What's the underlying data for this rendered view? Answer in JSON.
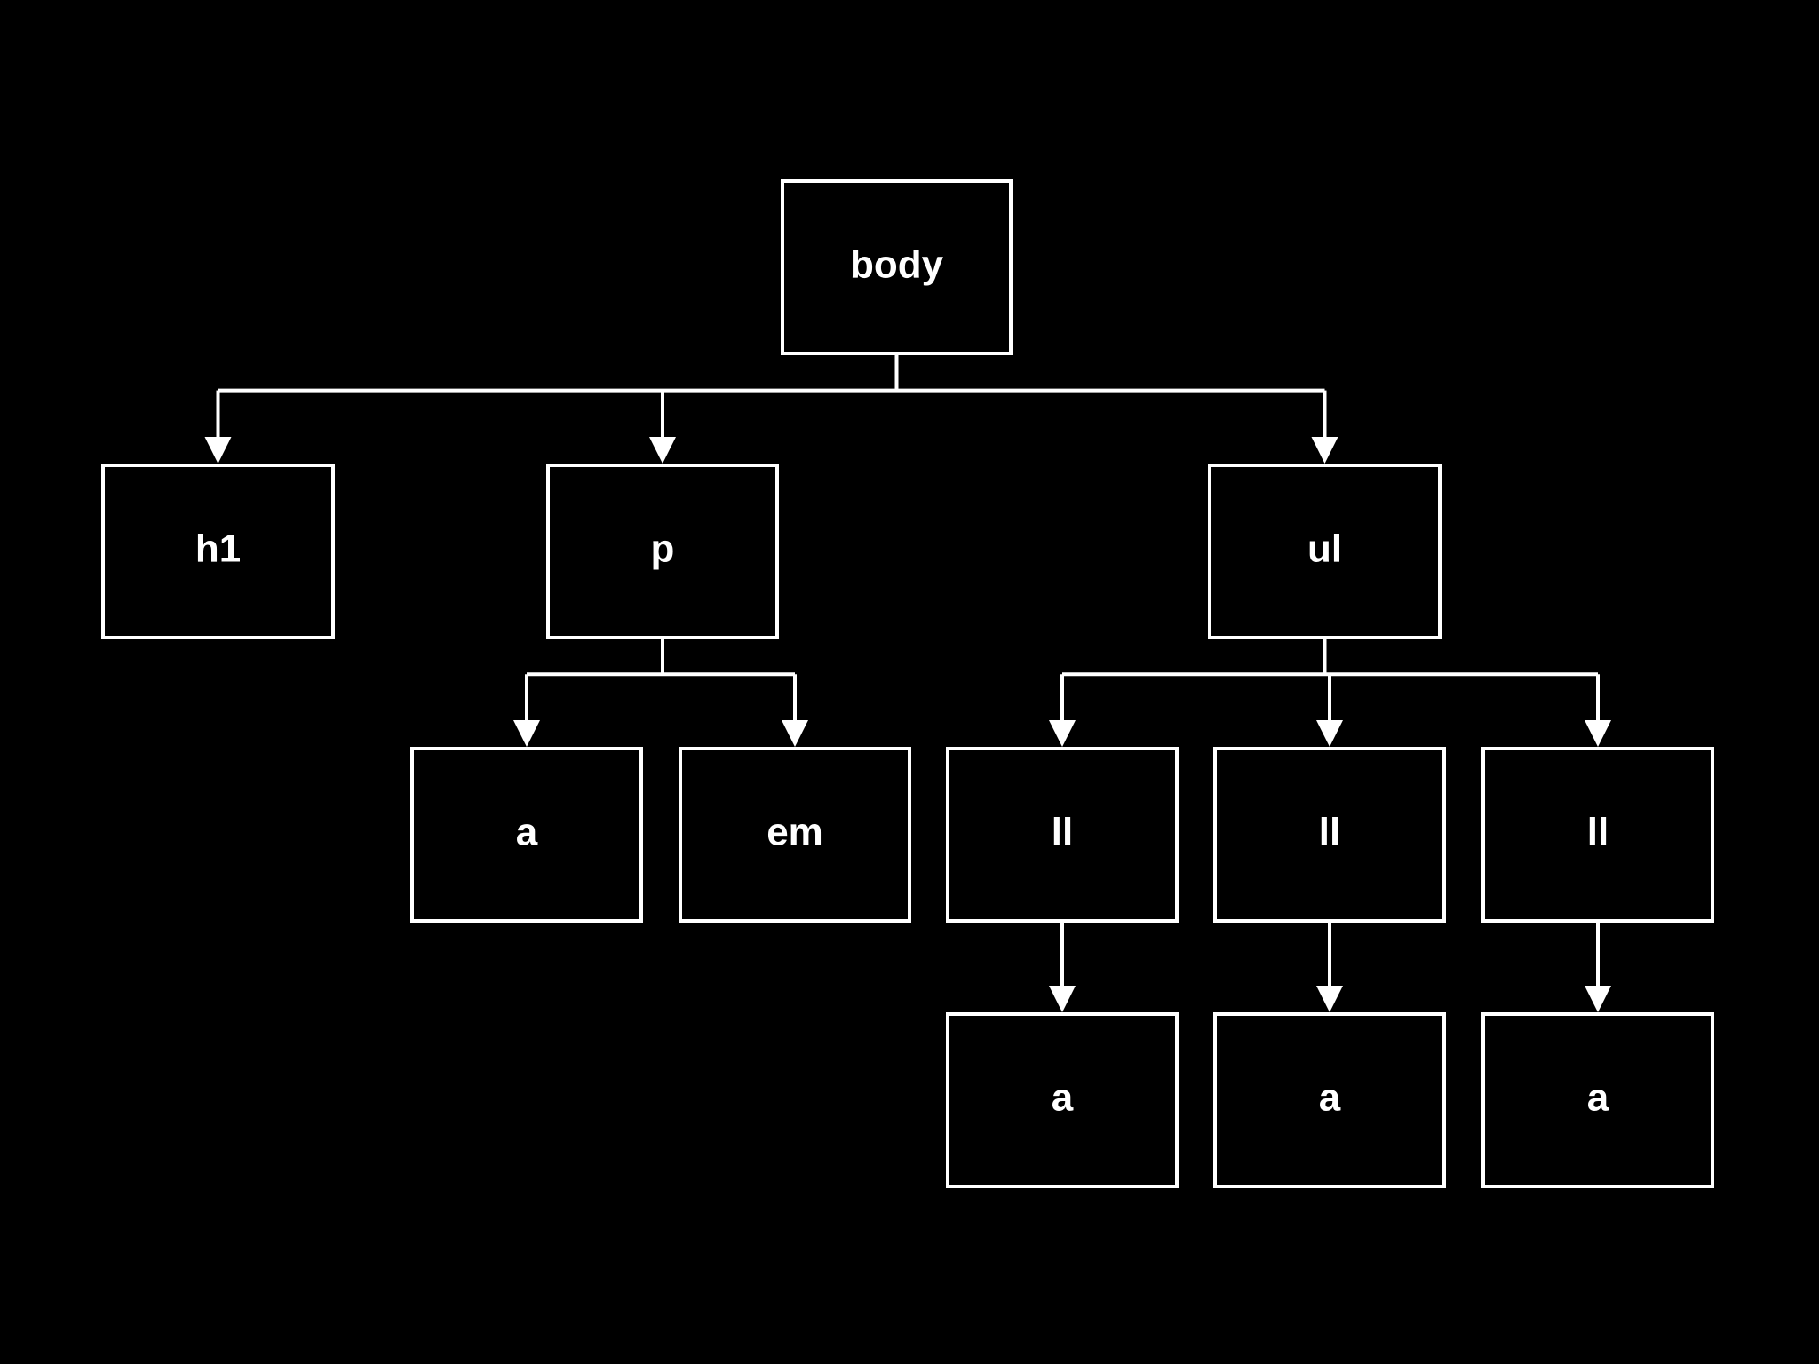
{
  "colors": {
    "background": "#000000",
    "stroke": "#ffffff",
    "text": "#ffffff"
  },
  "nodes": {
    "body": {
      "label": "body"
    },
    "h1": {
      "label": "h1"
    },
    "p": {
      "label": "p"
    },
    "ul": {
      "label": "ul"
    },
    "p_a": {
      "label": "a"
    },
    "p_em": {
      "label": "em"
    },
    "li1": {
      "label": "ll"
    },
    "li2": {
      "label": "ll"
    },
    "li3": {
      "label": "ll"
    },
    "li1_a": {
      "label": "a"
    },
    "li2_a": {
      "label": "a"
    },
    "li3_a": {
      "label": "a"
    }
  },
  "edges": [
    {
      "from": "body",
      "to": "h1"
    },
    {
      "from": "body",
      "to": "p"
    },
    {
      "from": "body",
      "to": "ul"
    },
    {
      "from": "p",
      "to": "p_a"
    },
    {
      "from": "p",
      "to": "p_em"
    },
    {
      "from": "ul",
      "to": "li1"
    },
    {
      "from": "ul",
      "to": "li2"
    },
    {
      "from": "ul",
      "to": "li3"
    },
    {
      "from": "li1",
      "to": "li1_a"
    },
    {
      "from": "li2",
      "to": "li2_a"
    },
    {
      "from": "li3",
      "to": "li3_a"
    }
  ]
}
